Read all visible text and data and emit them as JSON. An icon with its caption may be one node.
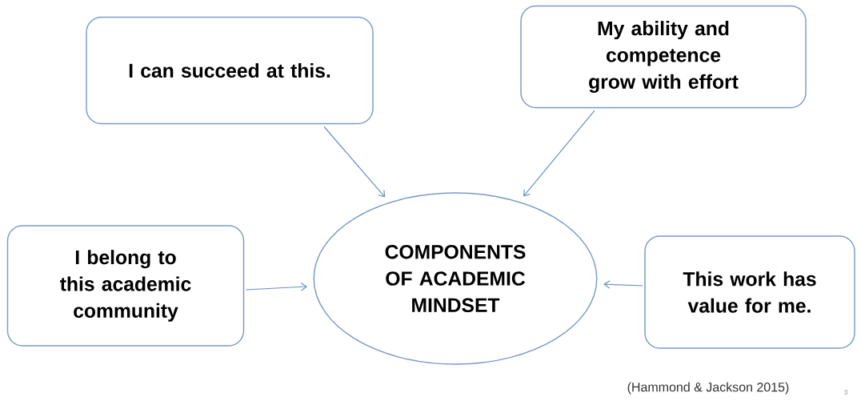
{
  "diagram": {
    "nodes": [
      {
        "text": [
          "COMPONENTS OF ACADEMIC MINDSET"
        ]
      },
      {
        "text": [
          "I can succeed at this."
        ]
      },
      {
        "text": [
          "My ability and competence grow with effort"
        ]
      },
      {
        "text": [
          "I belong to this academic community"
        ]
      },
      {
        "text": [
          "This work has value for me."
        ]
      }
    ],
    "edges": [
      {
        "from": 1,
        "to": 0,
        "arrow": "to"
      },
      {
        "from": 2,
        "to": 0,
        "arrow": "to"
      },
      {
        "from": 3,
        "to": 0,
        "arrow": "to"
      },
      {
        "from": 4,
        "to": 0,
        "arrow": "to"
      }
    ],
    "labels": [
      "(Hammond & Jackson 2015)",
      "3"
    ]
  }
}
